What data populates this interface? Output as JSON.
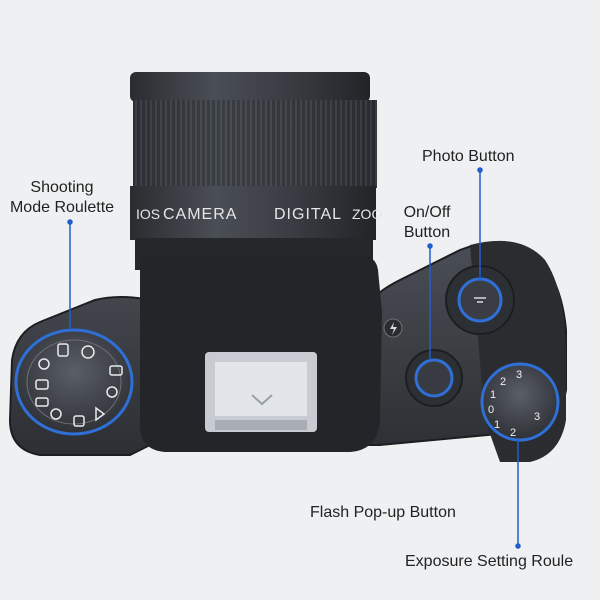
{
  "lens": {
    "ring_text_1": "IOS",
    "ring_text_2": "CAMERA",
    "ring_text_3": "DIGITAL",
    "ring_text_4": "ZOO"
  },
  "callouts": {
    "shooting_line1": "Shooting",
    "shooting_line2": "Mode Roulette",
    "photo": "Photo Button",
    "onoff_line1": "On/Off",
    "onoff_line2": "Button",
    "flash": "Flash Pop-up Button",
    "exposure": "Exposure Setting Roule"
  },
  "exposure_dial": {
    "marks": [
      "3",
      "2",
      "1",
      "0",
      "1",
      "2",
      "3"
    ]
  },
  "colors": {
    "background": "#eef0f2",
    "body": "#3a3d42",
    "body_dark": "#1f2124",
    "accent_blue": "#2f6fd6",
    "callout_line": "#1e5fcc",
    "text": "#222222"
  }
}
